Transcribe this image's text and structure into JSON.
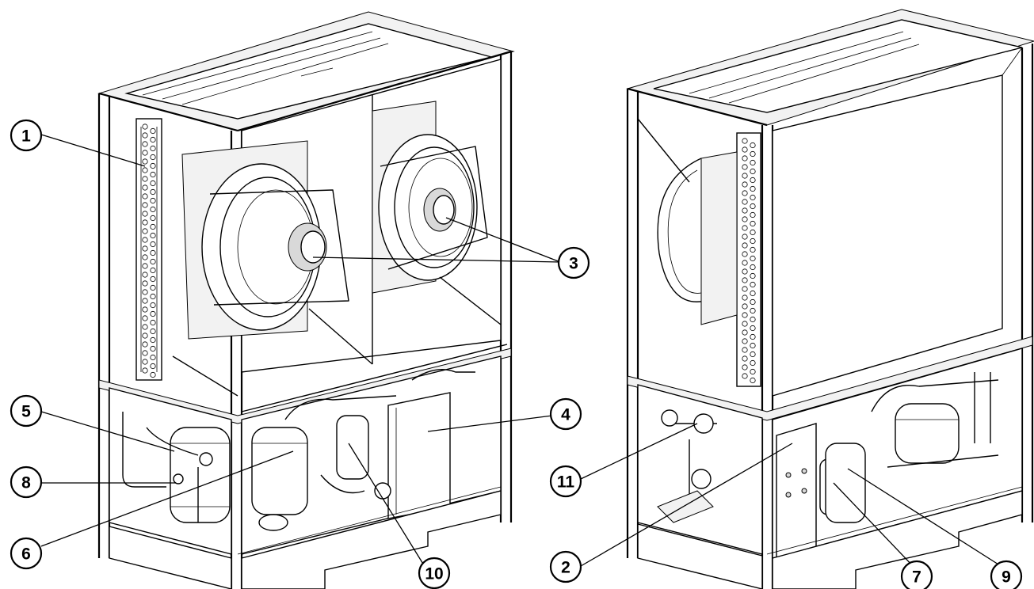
{
  "callouts": [
    {
      "id": "c1",
      "label": "1"
    },
    {
      "id": "c2",
      "label": "2"
    },
    {
      "id": "c3",
      "label": "3"
    },
    {
      "id": "c4",
      "label": "4"
    },
    {
      "id": "c5",
      "label": "5"
    },
    {
      "id": "c6",
      "label": "6"
    },
    {
      "id": "c7",
      "label": "7"
    },
    {
      "id": "c8",
      "label": "8"
    },
    {
      "id": "c9",
      "label": "9"
    },
    {
      "id": "c10",
      "label": "10"
    },
    {
      "id": "c11",
      "label": "11"
    }
  ],
  "colors": {
    "line": "#000000",
    "background": "#ffffff",
    "shade": "#f2f2f2"
  }
}
